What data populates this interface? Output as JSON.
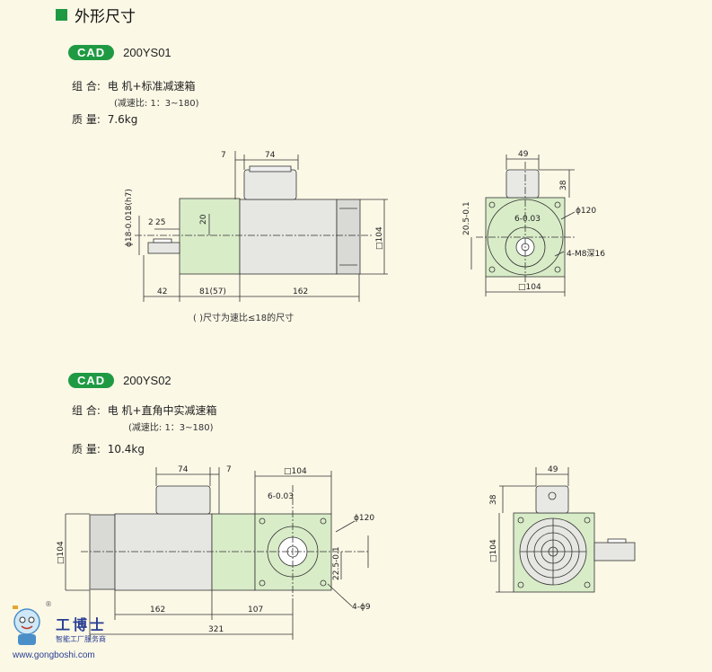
{
  "heading": "外形尺寸",
  "colors": {
    "accent": "#1f9a43",
    "part_fill": "#d9ecc8",
    "motor_fill": "#e6e6e3",
    "background": "#fbf8e6"
  },
  "products": [
    {
      "cad_label": "CAD",
      "model": "200YS01",
      "combo_label": "组 合:",
      "combo_value": "电 机+标准减速箱",
      "ratio_note": "(减速比: 1：3~180)",
      "weight_label": "质 量:",
      "weight_value": "7.6kg"
    },
    {
      "cad_label": "CAD",
      "model": "200YS02",
      "combo_label": "组 合:",
      "combo_value": "电 机+直角中实减速箱",
      "ratio_note": "(减速比: 1：3~180)",
      "weight_label": "质 量:",
      "weight_value": "10.4kg"
    }
  ],
  "drawing1": {
    "side": {
      "dim_7": "7",
      "dim_74": "74",
      "dim_2": "2",
      "dim_25": "25",
      "dim_20": "20",
      "dim_42": "42",
      "dim_81": "81(57)",
      "dim_162": "162",
      "dim_104": "□104",
      "shaft": "ϕ18-0.018(h7)"
    },
    "front": {
      "dim_49": "49",
      "dim_38": "38",
      "dim_phi120": "ϕ120",
      "dim_6": "6-0.03",
      "dim_205": "20.5-0.1",
      "dim_m8": "4-M8深16",
      "dim_104": "□104"
    },
    "note": "( )尺寸为速比≤18的尺寸"
  },
  "drawing2": {
    "side": {
      "dim_74": "74",
      "dim_7": "7",
      "dim_104top": "□104",
      "dim_6": "6-0.03",
      "dim_phi120": "ϕ120",
      "dim_104left": "□104",
      "dim_225": "22.5-0.1",
      "dim_holes": "4-ϕ9",
      "dim_162": "162",
      "dim_107": "107",
      "dim_321": "321"
    },
    "end": {
      "dim_49": "49",
      "dim_38": "38",
      "dim_104": "□104"
    }
  },
  "logo": {
    "name": "工博士",
    "subtitle": "智能工厂服务商",
    "url": "www.gongboshi.com",
    "registered": "®"
  }
}
